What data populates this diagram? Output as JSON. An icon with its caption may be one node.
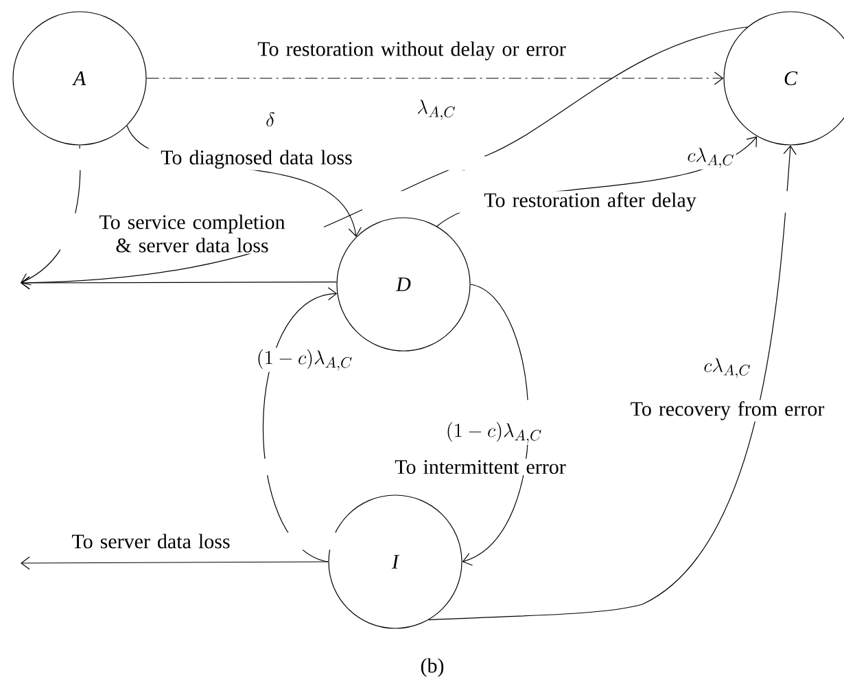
{
  "diagram": {
    "caption": "(b)",
    "nodes": [
      {
        "text": [
          "A"
        ]
      },
      {
        "text": [
          "C"
        ]
      },
      {
        "text": [
          "D"
        ]
      },
      {
        "text": [
          "I"
        ]
      }
    ],
    "edges": [
      {
        "from": 0,
        "to": 1,
        "arrow": "to",
        "style": "dashed",
        "label": "To restoration without delay or error"
      },
      {
        "from": 1,
        "to": null,
        "arrow": "to"
      },
      {
        "from": 0,
        "to": 2,
        "arrow": "to",
        "label": "To diagnosed data loss"
      },
      {
        "from": 0,
        "to": null,
        "arrow": "to",
        "label": "To service completion & server data loss"
      },
      {
        "from": 2,
        "to": null,
        "arrow": "to"
      },
      {
        "from": 2,
        "to": 1,
        "arrow": "to",
        "label": "To restoration after delay"
      },
      {
        "from": 2,
        "to": 3,
        "arrow": "to",
        "label": "To intermittent error"
      },
      {
        "from": 3,
        "to": 2,
        "arrow": "to"
      },
      {
        "from": 3,
        "to": null,
        "arrow": "to",
        "label": "To server data loss"
      },
      {
        "from": 3,
        "to": 1,
        "arrow": "to",
        "label": "To recovery from error"
      }
    ],
    "labels": [
      "\\lambda_{A,C}",
      "\\delta",
      "c\\lambda_{A,C}",
      "(1-c)\\lambda_{A,C}",
      "c\\lambda_{A,C}",
      "(1-c)\\lambda_{A,C}"
    ]
  }
}
